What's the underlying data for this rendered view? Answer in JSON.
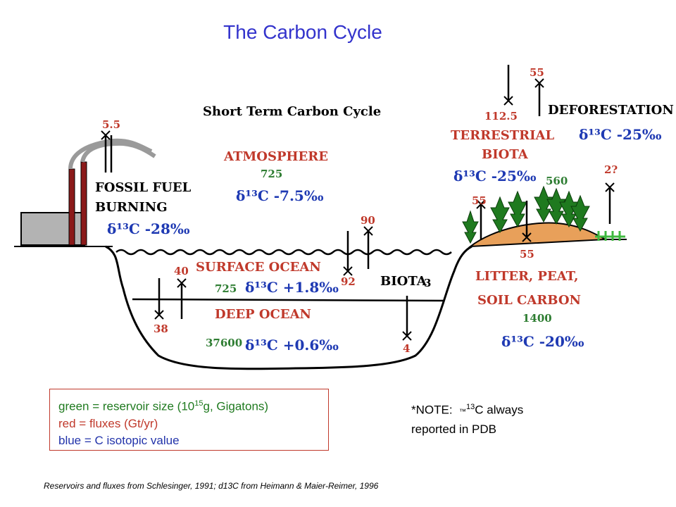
{
  "title": "The Carbon Cycle",
  "subtitle": "Short Term Carbon Cycle",
  "reservoirs": {
    "atmosphere": {
      "label": "ATMOSPHERE",
      "size": "725",
      "delta": "δ¹³C -7.5‰"
    },
    "surface_ocean": {
      "label": "SURFACE OCEAN",
      "size": "725",
      "delta": "δ¹³C +1.8‰"
    },
    "deep_ocean": {
      "label": "DEEP OCEAN",
      "size": "37600",
      "delta": "δ¹³C +0.6‰"
    },
    "biota": {
      "label": "BIOTA",
      "size": "3"
    },
    "terrestrial_biota": {
      "label_line1": "TERRESTRIAL",
      "label_line2": "BIOTA",
      "size": "560",
      "delta": "δ¹³C -25‰"
    },
    "litter": {
      "label_line1": "LITTER, PEAT,",
      "label_line2": "SOIL CARBON",
      "size": "1400",
      "delta": "δ¹³C -20‰"
    },
    "fossil_fuel": {
      "label_line1": "FOSSIL FUEL",
      "label_line2": "BURNING",
      "delta": "δ¹³C -28‰"
    },
    "deforestation": {
      "label": "DEFORESTATION",
      "delta": "δ¹³C -25‰"
    }
  },
  "fluxes": {
    "fossil_fuel": "5.5",
    "surface_up": "90",
    "surface_down": "92",
    "ocean_up": "40",
    "ocean_down": "38",
    "biota_down": "4",
    "terrestrial_down": "112.5",
    "terrestrial_up": "55",
    "litter_up": "55",
    "litter_down": "55",
    "deforest_unknown": "2?"
  },
  "colors": {
    "title": "#3333cc",
    "label_red": "#c0392b",
    "value_green": "#2e7d32",
    "isotope_blue": "#1f3ab3",
    "soil": "#e8a05a",
    "tree": "#1f7a1f",
    "smokestack": "#8b1a1a",
    "building": "#b3b3b3"
  },
  "legend": {
    "green_prefix": "green = reservoir size (10",
    "green_sup": "15",
    "green_suffix": "g, Gigatons)",
    "red": "red = fluxes (Gt/yr)",
    "blue": "blue = C isotopic value"
  },
  "note": {
    "prefix": "*NOTE:",
    "sym": "™",
    "sup": "13",
    "suffix": "C always",
    "line2": "reported in PDB"
  },
  "source": "Reservoirs and fluxes from Schlesinger, 1991; d13C from Heimann & Maier-Reimer, 1996"
}
